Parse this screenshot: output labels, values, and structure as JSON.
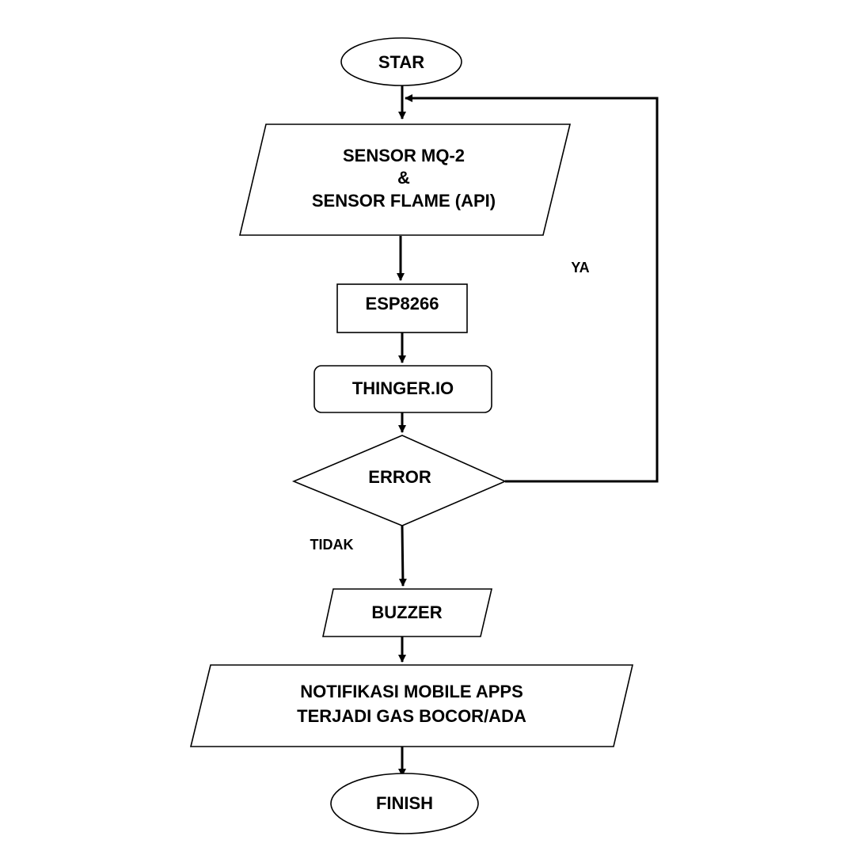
{
  "nodes": {
    "start": {
      "label": "STAR"
    },
    "sensor_input": {
      "lines": [
        "SENSOR MQ-2",
        "&",
        "SENSOR FLAME (API)"
      ]
    },
    "esp8266": {
      "label": "ESP8266"
    },
    "thinger": {
      "label": "THINGER.IO"
    },
    "error_decision": {
      "label": "ERROR"
    },
    "buzzer": {
      "label": "BUZZER"
    },
    "notification": {
      "lines": [
        "NOTIFIKASI MOBILE APPS",
        "TERJADI GAS BOCOR/ADA"
      ]
    },
    "finish": {
      "label": "FINISH"
    }
  },
  "edges": {
    "yes_label": "YA",
    "no_label": "TIDAK"
  }
}
